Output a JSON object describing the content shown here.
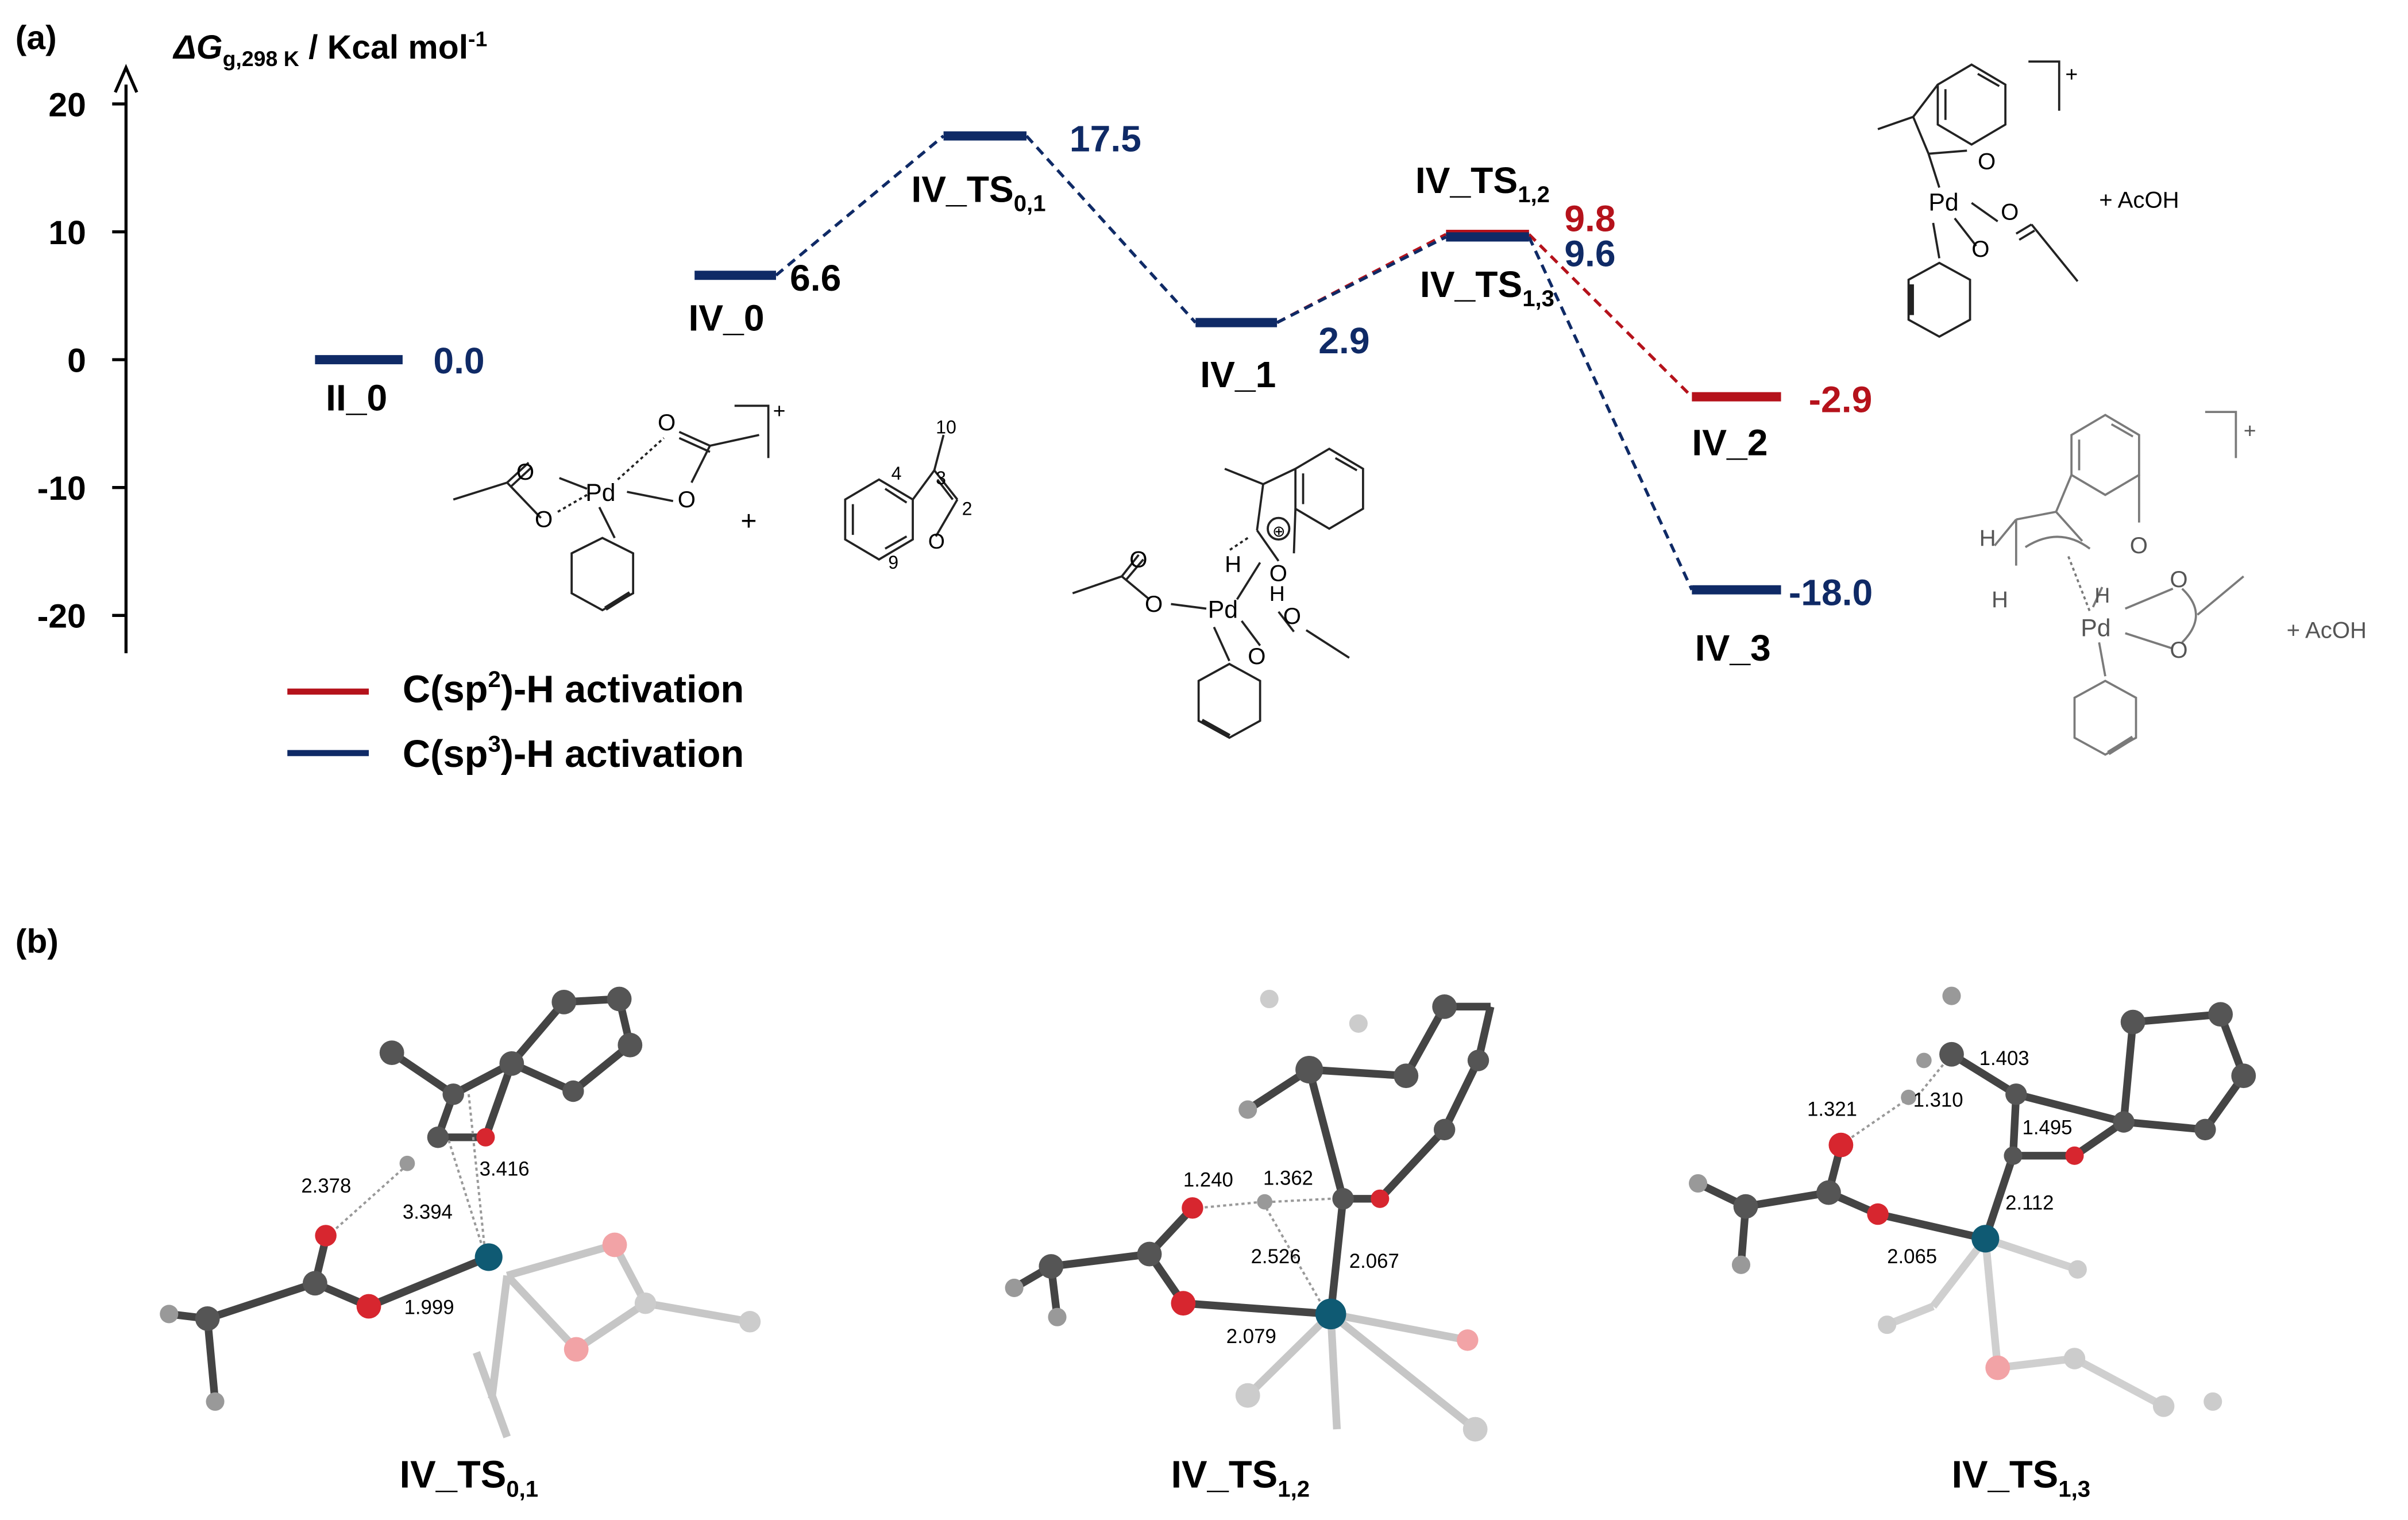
{
  "chart_data": {
    "type": "energy-profile",
    "panel_a_label": "(a)",
    "panel_b_label": "(b)",
    "ylabel": {
      "symbol": "ΔG",
      "sub": "g,298 K",
      "unit": " / Kcal mol",
      "sup": "-1"
    },
    "ylim": [
      -23,
      22
    ],
    "yticks": [
      20,
      10,
      0,
      -10,
      -20
    ],
    "colors": {
      "sp2": "#b5121b",
      "sp3": "#0f2a66"
    },
    "legend": [
      {
        "key": "sp2",
        "pre": "C(sp",
        "sup": "2",
        "post": ")-H activation"
      },
      {
        "key": "sp3",
        "pre": "C(sp",
        "sup": "3",
        "post": ")-H activation"
      }
    ],
    "states": [
      {
        "id": "II_0",
        "name": "II_0",
        "sub": "",
        "energy": 0.0,
        "value_label": "0.0",
        "color": "sp3"
      },
      {
        "id": "IV_0",
        "name": "IV_0",
        "sub": "",
        "energy": 6.6,
        "value_label": "6.6",
        "color": "black"
      },
      {
        "id": "IV_TS01",
        "name": "IV_TS",
        "sub": "0,1",
        "energy": 17.5,
        "value_label": "17.5",
        "color": "sp3"
      },
      {
        "id": "IV_1",
        "name": "IV_1",
        "sub": "",
        "energy": 2.9,
        "value_label": "2.9",
        "color": "sp3"
      },
      {
        "id": "IV_TS12",
        "name": "IV_TS",
        "sub": "1,2",
        "energy": 9.8,
        "value_label": "9.8",
        "color": "sp2"
      },
      {
        "id": "IV_TS13",
        "name": "IV_TS",
        "sub": "1,3",
        "energy": 9.6,
        "value_label": "9.6",
        "color": "sp3"
      },
      {
        "id": "IV_2",
        "name": "IV_2",
        "sub": "",
        "energy": -2.9,
        "value_label": "-2.9",
        "color": "sp2"
      },
      {
        "id": "IV_3",
        "name": "IV_3",
        "sub": "",
        "energy": -18.0,
        "value_label": "-18.0",
        "color": "sp3"
      }
    ],
    "paths": [
      {
        "from": "IV_0",
        "to": "IV_TS01",
        "series": "sp3"
      },
      {
        "from": "IV_TS01",
        "to": "IV_1",
        "series": "sp3"
      },
      {
        "from": "IV_1",
        "to": "IV_TS12",
        "series": "sp2"
      },
      {
        "from": "IV_TS12",
        "to": "IV_2",
        "series": "sp2"
      },
      {
        "from": "IV_1",
        "to": "IV_TS13",
        "series": "sp3"
      },
      {
        "from": "IV_TS13",
        "to": "IV_3",
        "series": "sp3"
      }
    ]
  },
  "schemes": {
    "charge": "+",
    "plus": "+",
    "acoh": "+ AcOH",
    "atoms": {
      "pd": "Pd",
      "o": "O",
      "h": "H",
      "oplus": "⊕"
    },
    "numbering": [
      "10",
      "3",
      "4",
      "2",
      "9"
    ]
  },
  "structures": [
    {
      "name": "IV_TS",
      "sub": "0,1",
      "distances": [
        "2.378",
        "3.416",
        "3.394",
        "1.999"
      ]
    },
    {
      "name": "IV_TS",
      "sub": "1,2",
      "distances": [
        "1.240",
        "1.362",
        "2.526",
        "2.067",
        "2.079"
      ]
    },
    {
      "name": "IV_TS",
      "sub": "1,3",
      "distances": [
        "1.403",
        "1.321",
        "1.310",
        "1.495",
        "2.112",
        "2.065"
      ]
    }
  ]
}
